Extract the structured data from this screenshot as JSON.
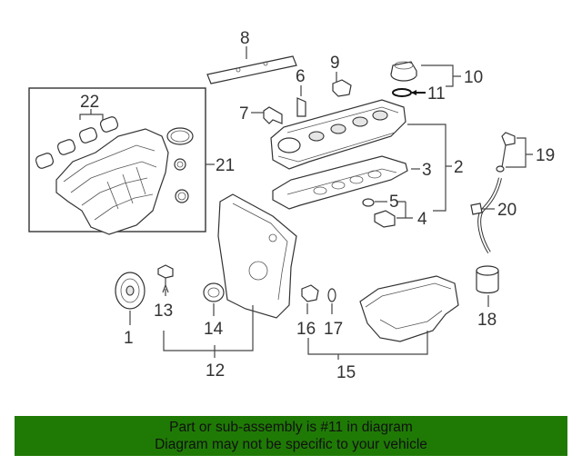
{
  "callouts": [
    "1",
    "2",
    "3",
    "4",
    "5",
    "6",
    "7",
    "8",
    "9",
    "10",
    "11",
    "12",
    "13",
    "14",
    "15",
    "16",
    "17",
    "18",
    "19",
    "20",
    "21",
    "22"
  ],
  "banner": {
    "line1": "Part or sub-assembly is #11 in diagram",
    "line2": "Diagram may not be specific to your vehicle"
  },
  "colors": {
    "banner_bg": "#1f7a05",
    "line": "#444444"
  }
}
